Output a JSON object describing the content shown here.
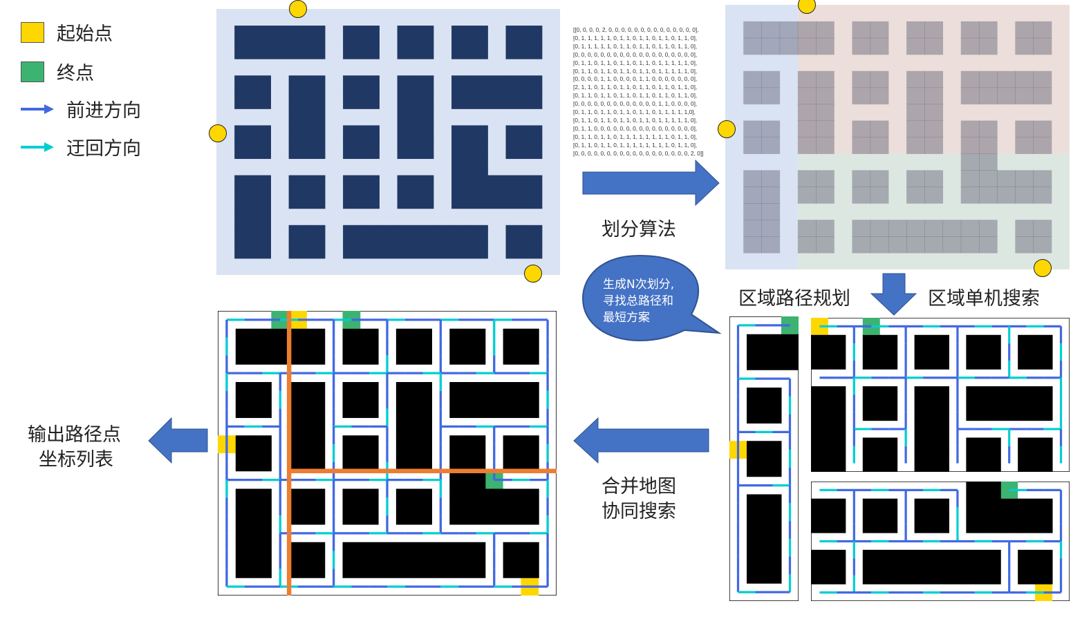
{
  "legend": {
    "start_label": "起始点",
    "end_label": "终点",
    "forward_label": "前进方向",
    "return_label": "迂回方向"
  },
  "colors": {
    "start": "#ffd700",
    "end": "#3cb371",
    "forward": "#4169e1",
    "return": "#00ced1",
    "obstacle_input": "#203864",
    "input_bg": "#dae3f3",
    "split_line": "#ed7d31",
    "block_arrow": "#4472c4"
  },
  "labels": {
    "partition_algorithm": "划分算法",
    "region_path_planning": "区域路径规划",
    "region_single_search": "区域单机搜索",
    "merge_line1": "合并地图",
    "merge_line2": "协同搜索",
    "output_line1": "输出路径点",
    "output_line2": "坐标列表",
    "bubble_line1": "生成N次划分,",
    "bubble_line2": "寻找总路径和",
    "bubble_line3": "最短方案"
  },
  "matrix_text": "[[0, 0, 0, 0, 2, 0, 0, 0, 0, 0, 0, 0, 0, 0, 0, 0, 0, 0, 0],\n[0, 1, 1, 1, 1, 1, 0, 1, 1, 0, 1, 1, 0, 1, 1, 0, 1, 1, 0],\n[0, 1, 1, 1, 1, 1, 0, 1, 1, 0, 1, 1, 0, 1, 1, 0, 1, 1, 0],\n[0, 0, 0, 0, 0, 0, 0, 0, 0, 0, 0, 0, 0, 0, 0, 0, 0, 0, 0],\n[0, 1, 1, 0, 1, 1, 0, 1, 1, 0, 1, 1, 0, 1, 1, 1, 1, 1, 0],\n[0, 1, 1, 0, 1, 1, 0, 1, 1, 0, 1, 1, 0, 1, 1, 1, 1, 1, 0],\n[0, 0, 0, 0, 1, 1, 0, 0, 0, 0, 1, 1, 0, 0, 0, 0, 0, 0, 0],\n[2, 1, 1, 0, 1, 1, 0, 1, 1, 0, 1, 1, 0, 1, 1, 0, 1, 1, 0],\n[0, 1, 1, 0, 1, 1, 0, 1, 1, 0, 1, 1, 0, 1, 1, 0, 1, 1, 0],\n[0, 0, 0, 0, 0, 0, 0, 0, 0, 0, 0, 0, 0, 1, 1, 0, 0, 0, 0],\n[0, 1, 1, 0, 1, 1, 0, 1, 1, 0, 1, 1, 0, 1, 1, 1, 1, 1,0],\n[0, 1, 1, 0, 1, 1, 0, 1, 1, 0, 1, 1, 0, 1, 1, 1, 1, 1, 0],\n[0, 1, 1, 0, 0, 0, 0, 0, 0, 0, 0, 0, 0, 0, 0, 0, 0, 0, 0],\n[0, 1, 1, 0, 1, 1, 0, 1, 1, 1, 1, 1, 1, 1, 1, 0, 1, 1, 0],\n[0, 1, 1, 0, 1, 1, 0, 1, 1, 1, 1, 1, 1, 1, 1, 0, 1, 1, 0],\n[0, 0, 0, 0, 0, 0, 0, 0, 0, 0, 0, 0, 0, 0, 0, 0, 0, 0, 2, 0]]",
  "grid": [
    [
      0,
      0,
      0,
      0,
      2,
      0,
      0,
      0,
      0,
      0,
      0,
      0,
      0,
      0,
      0,
      0,
      0,
      0,
      0
    ],
    [
      0,
      1,
      1,
      1,
      1,
      1,
      0,
      1,
      1,
      0,
      1,
      1,
      0,
      1,
      1,
      0,
      1,
      1,
      0
    ],
    [
      0,
      1,
      1,
      1,
      1,
      1,
      0,
      1,
      1,
      0,
      1,
      1,
      0,
      1,
      1,
      0,
      1,
      1,
      0
    ],
    [
      0,
      0,
      0,
      0,
      0,
      0,
      0,
      0,
      0,
      0,
      0,
      0,
      0,
      0,
      0,
      0,
      0,
      0,
      0
    ],
    [
      0,
      1,
      1,
      0,
      1,
      1,
      0,
      1,
      1,
      0,
      1,
      1,
      0,
      1,
      1,
      1,
      1,
      1,
      0
    ],
    [
      0,
      1,
      1,
      0,
      1,
      1,
      0,
      1,
      1,
      0,
      1,
      1,
      0,
      1,
      1,
      1,
      1,
      1,
      0
    ],
    [
      0,
      0,
      0,
      0,
      1,
      1,
      0,
      0,
      0,
      0,
      1,
      1,
      0,
      0,
      0,
      0,
      0,
      0,
      0
    ],
    [
      2,
      1,
      1,
      0,
      1,
      1,
      0,
      1,
      1,
      0,
      1,
      1,
      0,
      1,
      1,
      0,
      1,
      1,
      0
    ],
    [
      0,
      1,
      1,
      0,
      1,
      1,
      0,
      1,
      1,
      0,
      1,
      1,
      0,
      1,
      1,
      0,
      1,
      1,
      0
    ],
    [
      0,
      0,
      0,
      0,
      0,
      0,
      0,
      0,
      0,
      0,
      0,
      0,
      0,
      1,
      1,
      0,
      0,
      0,
      0
    ],
    [
      0,
      1,
      1,
      0,
      1,
      1,
      0,
      1,
      1,
      0,
      1,
      1,
      0,
      1,
      1,
      1,
      1,
      1,
      0
    ],
    [
      0,
      1,
      1,
      0,
      1,
      1,
      0,
      1,
      1,
      0,
      1,
      1,
      0,
      1,
      1,
      1,
      1,
      1,
      0
    ],
    [
      0,
      1,
      1,
      0,
      0,
      0,
      0,
      0,
      0,
      0,
      0,
      0,
      0,
      0,
      0,
      0,
      0,
      0,
      0
    ],
    [
      0,
      1,
      1,
      0,
      1,
      1,
      0,
      1,
      1,
      1,
      1,
      1,
      1,
      1,
      1,
      0,
      1,
      1,
      0
    ],
    [
      0,
      1,
      1,
      0,
      1,
      1,
      0,
      1,
      1,
      1,
      1,
      1,
      1,
      1,
      1,
      0,
      1,
      1,
      0
    ],
    [
      0,
      0,
      0,
      0,
      0,
      0,
      0,
      0,
      0,
      0,
      0,
      0,
      0,
      0,
      0,
      0,
      0,
      2,
      0
    ]
  ],
  "result_markers": {
    "starts": [
      [
        0,
        4
      ],
      [
        7,
        0
      ],
      [
        15,
        17
      ]
    ],
    "ends": [
      [
        0,
        3
      ],
      [
        0,
        7
      ],
      [
        9,
        15
      ]
    ]
  }
}
